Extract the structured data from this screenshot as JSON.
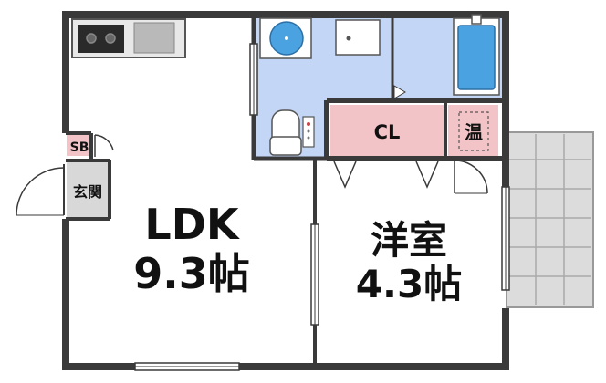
{
  "rooms": {
    "ldk": {
      "name": "LDK",
      "size": "9.3帖"
    },
    "western": {
      "name": "洋室",
      "size": "4.3帖"
    },
    "closet": {
      "name": "CL"
    },
    "water_heater": {
      "name": "温"
    },
    "shoe_box": {
      "name": "SB"
    },
    "entrance": {
      "name": "玄関"
    }
  },
  "colors": {
    "wall": "#3a3a3a",
    "wet_area": "#c4d6f5",
    "closet": "#f2c4c8",
    "balcony": "#dcdcdc",
    "entrance": "#d8d8d8"
  }
}
